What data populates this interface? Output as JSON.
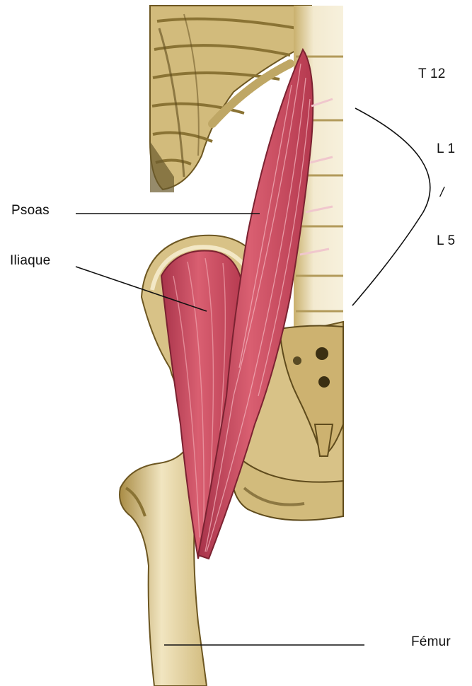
{
  "labels": {
    "t12": "T 12",
    "l1": "L 1",
    "slash": "/",
    "l5": "L 5",
    "psoas": "Psoas",
    "iliaque": "Iliaque",
    "femur": "Fémur"
  },
  "colors": {
    "bone": "#d9c38a",
    "bone_light": "#efe3bd",
    "bone_shadow": "#8a7334",
    "muscle": "#c94a5c",
    "muscle_light": "#e88a98",
    "muscle_dark": "#8e2a3a",
    "line": "#111111"
  }
}
